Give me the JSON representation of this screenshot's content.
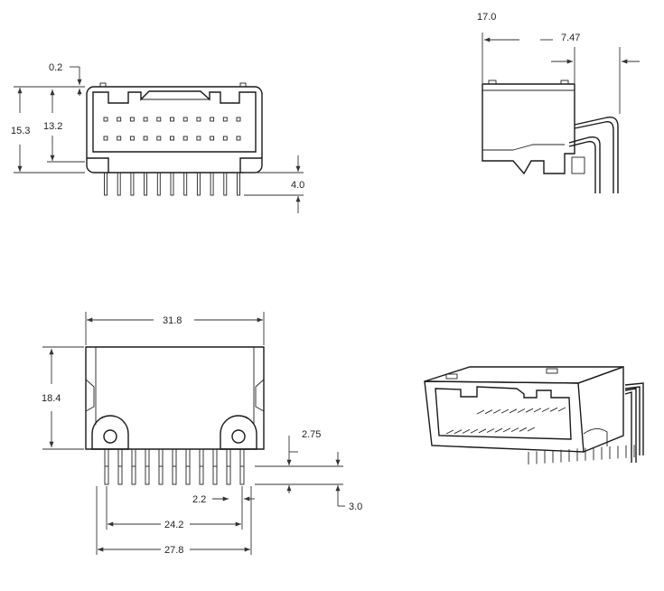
{
  "dimensions": {
    "front_view": {
      "top_offset": "0.2",
      "overall_height": "15.3",
      "body_height": "13.2",
      "pin_length": "4.0"
    },
    "side_view": {
      "depth": "17.0",
      "pin_offset": "7.47"
    },
    "bottom_view": {
      "width": "31.8",
      "height": "18.4",
      "row_offset": "2.75",
      "pitch": "2.2",
      "row_span": "24.2",
      "overall_span": "27.8",
      "tail_length": "3.0"
    }
  },
  "colors": {
    "line": "#1a1a1a",
    "background": "#ffffff"
  }
}
